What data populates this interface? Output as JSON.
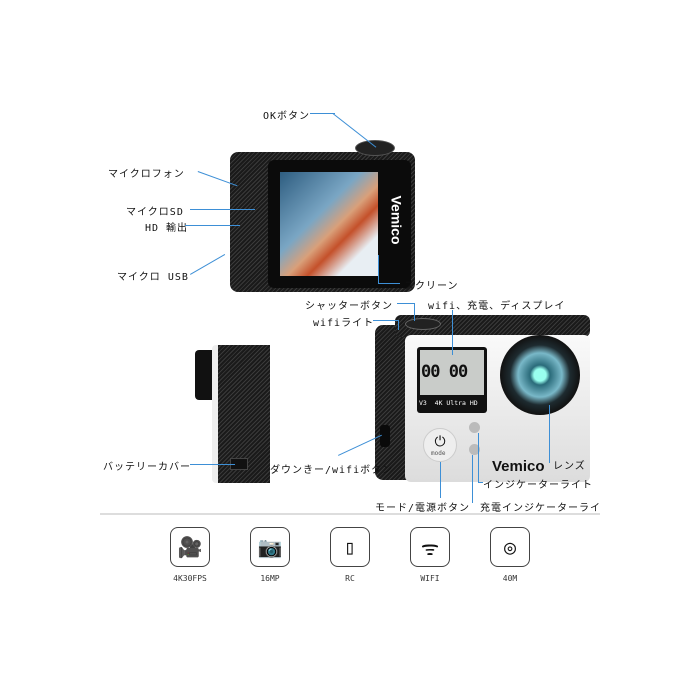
{
  "top_camera": {
    "brand": "Vemico",
    "labels": {
      "ok_button": "OKボタン",
      "microphone": "マイクロフォン",
      "micro_sd": "マイクロSD",
      "hd_out": "HD 輸出",
      "micro_usb": "マイクロ USB",
      "screen": "スクリーン"
    }
  },
  "front_camera": {
    "brand": "Vemico",
    "lcd_time": "00 00",
    "lcd_footer": "V3  4K Ultra HD",
    "mode_text": "mode",
    "labels": {
      "shutter": "シャッターボタン",
      "wifi_display": "wifi、充電、ディスプレイ",
      "wifi_light": "wifiライト",
      "battery_cover": "バッテリーカバー",
      "down_wifi": "ダウンきー/wifiボタン",
      "lens": "レンズ",
      "indicator": "インジケーターライト",
      "mode_power": "モード/電源ボタン",
      "charge_indicator": "充電インジケーターライ"
    }
  },
  "features": [
    {
      "icon": "video-camera-icon",
      "glyph": "🎥",
      "label": "4K30FPS"
    },
    {
      "icon": "camera-icon",
      "glyph": "📷",
      "label": "16MP"
    },
    {
      "icon": "remote-icon",
      "glyph": "▯",
      "label": "RC"
    },
    {
      "icon": "wifi-icon",
      "glyph": "ᯤ",
      "label": "WIFI"
    },
    {
      "icon": "snorkel-mask-icon",
      "glyph": "◎",
      "label": "40M"
    }
  ],
  "colors": {
    "leader_line": "#3d8fd6"
  }
}
